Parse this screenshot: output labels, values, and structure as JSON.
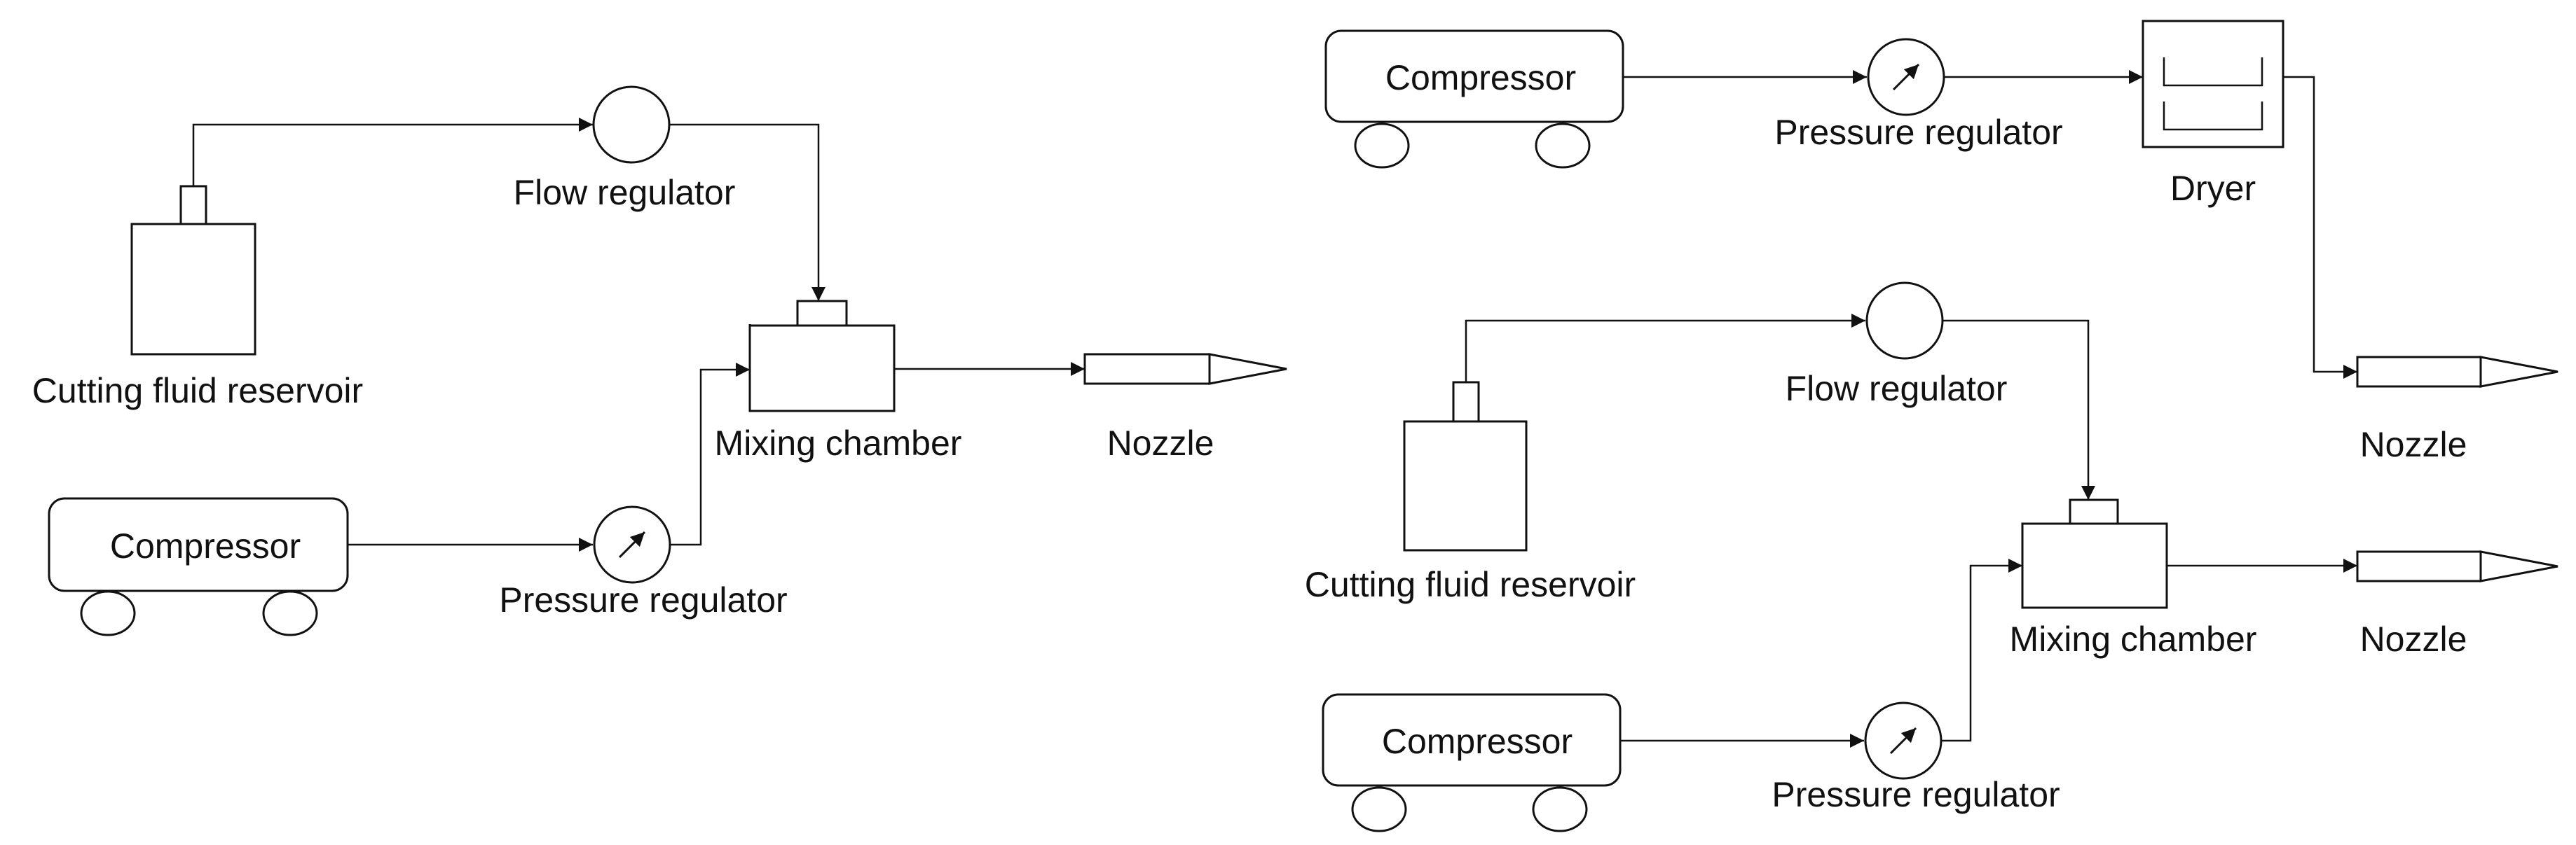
{
  "diagrams": [
    {
      "reservoir_label": "Cutting fluid reservoir",
      "flow_regulator_label": "Flow regulator",
      "compressor_label": "Compressor",
      "pressure_regulator_label": "Pressure regulator",
      "mixing_chamber_label": "Mixing chamber",
      "nozzle_label": "Nozzle"
    },
    {
      "compressor_top_label": "Compressor",
      "pressure_regulator_top_label": "Pressure regulator",
      "dryer_label": "Dryer",
      "nozzle_top_label": "Nozzle",
      "reservoir_label": "Cutting fluid reservoir",
      "flow_regulator_label": "Flow regulator",
      "mixing_chamber_label": "Mixing chamber",
      "nozzle_bottom_label": "Nozzle",
      "compressor_bottom_label": "Compressor",
      "pressure_regulator_bottom_label": "Pressure regulator"
    }
  ],
  "colors": {
    "line": "#111111",
    "background": "#ffffff"
  }
}
